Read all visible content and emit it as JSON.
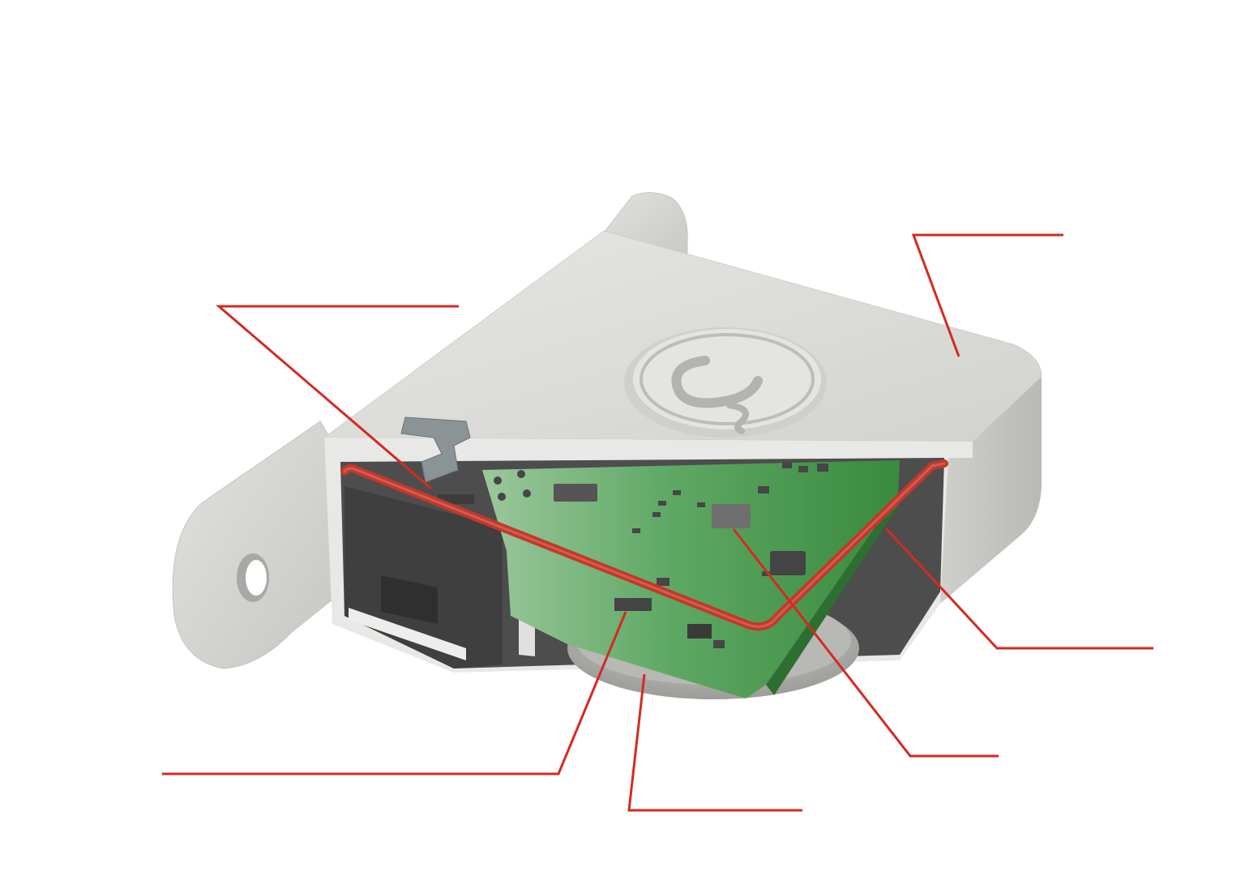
{
  "diagram": {
    "leader_color": "#d42a22",
    "housing_color": "#d9d9d6",
    "pcb_color": "#3a8a3e",
    "antenna_color": "#c0392b",
    "logo_icon": "cedilla-c-logo-icon",
    "callouts": [
      {
        "id": "top-left",
        "label": ""
      },
      {
        "id": "top-right",
        "label": ""
      },
      {
        "id": "right",
        "label": ""
      },
      {
        "id": "bottom-right",
        "label": ""
      },
      {
        "id": "bottom-center",
        "label": ""
      },
      {
        "id": "bottom-left",
        "label": ""
      }
    ]
  }
}
